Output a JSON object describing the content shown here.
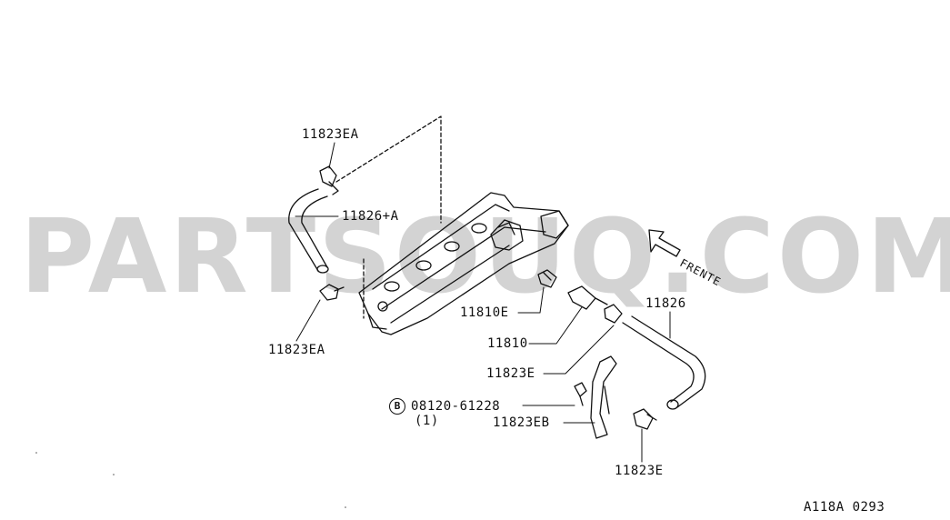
{
  "watermark": "PARTSOUQ.COM",
  "labels": {
    "p11823EA_top": "11823EA",
    "p11826A": "11826+A",
    "p11823EA_left": "11823EA",
    "p11810E": "11810E",
    "p11810": "11810",
    "p11823E_mid": "11823E",
    "p11826": "11826",
    "bolt_symbol": "B",
    "bolt_part": "08120-61228",
    "bolt_qty": "(1)",
    "p11823EB": "11823EB",
    "p11823E_bottom": "11823E",
    "direction": "FRENTE",
    "diagram_code": "A118A 0293"
  }
}
